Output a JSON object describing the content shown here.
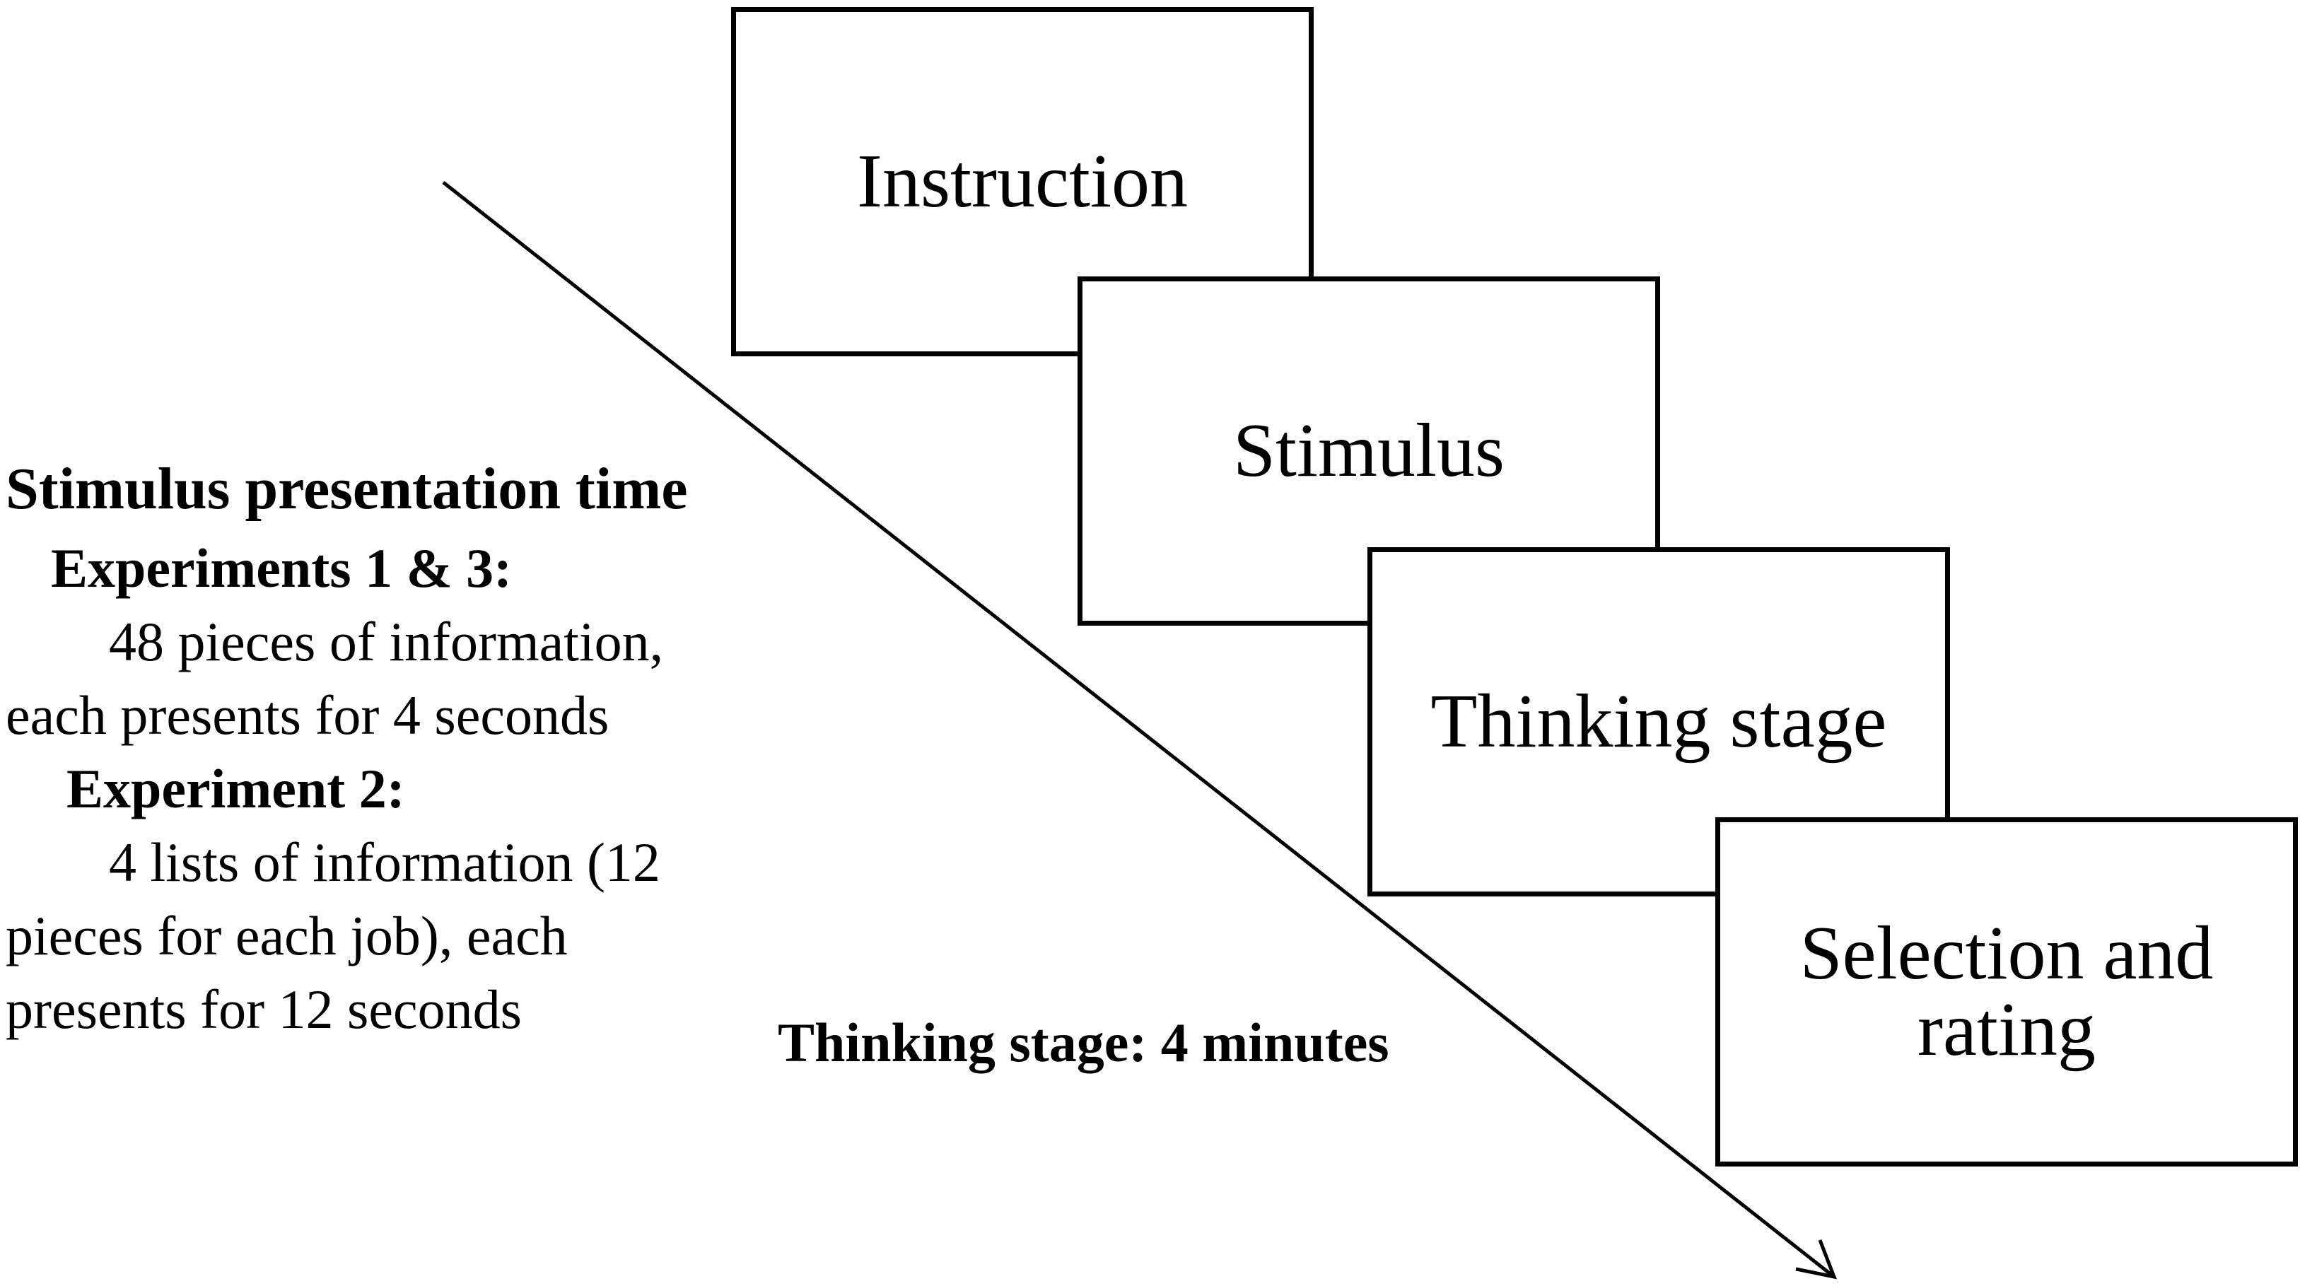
{
  "steps": [
    {
      "label": "Instruction"
    },
    {
      "label": "Stimulus"
    },
    {
      "label": "Thinking stage"
    },
    {
      "label": "Selection and",
      "label_line2": "rating"
    }
  ],
  "stimulus_time": {
    "title": "Stimulus presentation time",
    "experiments_1_3_heading": "Experiments 1 & 3:",
    "experiments_1_3_line1": "48 pieces of information,",
    "experiments_1_3_line2": "each presents for 4 seconds",
    "experiment_2_heading": "Experiment 2:",
    "experiment_2_line1": "4 lists of information (12",
    "experiment_2_line2": "pieces for each job), each",
    "experiment_2_line3": "presents for 12 seconds"
  },
  "thinking_stage_duration": "Thinking stage: 4 minutes",
  "colors": {
    "line": "#000000",
    "box_border": "#000000",
    "background": "#ffffff"
  }
}
